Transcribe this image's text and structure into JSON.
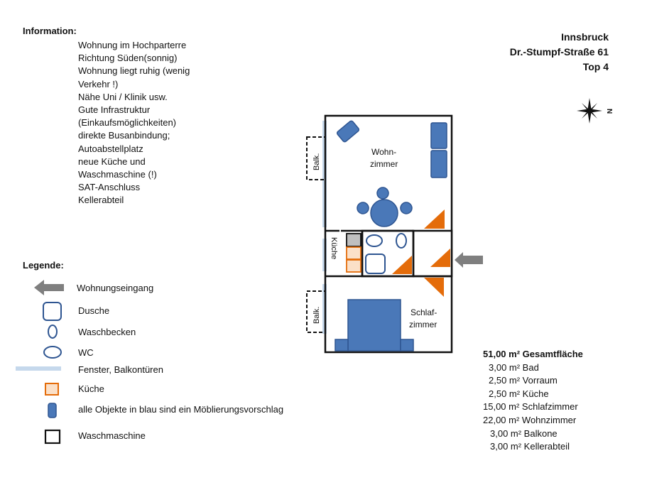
{
  "information": {
    "title": "Information:",
    "items": [
      "Wohnung im Hochparterre",
      "Richtung Süden(sonnig)",
      "Wohnung liegt ruhig  (wenig",
      "Verkehr  !)",
      "Nähe Uni / Klinik usw.",
      "Gute Infrastruktur",
      "(Einkaufsmöglichkeiten)",
      "direkte Busanbindung;",
      "Autoabstellplatz",
      "neue Küche und",
      "Waschmaschine (!)",
      "SAT-Anschluss",
      "Kellerabteil"
    ]
  },
  "address": {
    "city": "Innsbruck",
    "street": "Dr.-Stumpf-Straße 61",
    "unit": "Top 4"
  },
  "compass": {
    "label": "N"
  },
  "floorplan": {
    "rooms": {
      "wohn_line1": "Wohn-",
      "wohn_line2": "zimmer",
      "schlaf_line1": "Schlaf-",
      "schlaf_line2": "zimmer",
      "kueche": "Küche",
      "balk_top": "Balk.",
      "balk_bottom": "Balk."
    }
  },
  "legend": {
    "title": "Legende:",
    "entrance": "Wohnungseingang",
    "shower": "Dusche",
    "sink": "Waschbecken",
    "wc": "WC",
    "window": "Fenster, Balkontüren",
    "kitchen": "Küche",
    "furniture": "alle Objekte in blau sind ein Möblierungsvorschlag",
    "washer": "Waschmaschine"
  },
  "areas": {
    "total": "51,00 m² Gesamtfläche",
    "items": [
      "3,00 m² Bad",
      "2,50 m² Vorraum",
      "2,50 m² Küche",
      "15,00 m² Schlafzimmer",
      "22,00 m² Wohnzimmer",
      "3,00 m² Balkone",
      "3,00 m² Kellerabteil"
    ]
  },
  "colors": {
    "furniture_blue": "#4a78b8",
    "furniture_stroke": "#2e5591",
    "kitchen_orange": "#e46c0a",
    "kitchen_fill": "#fbe0c8",
    "window_blue": "#c5d8ec",
    "entrance_gray": "#7f7f7f",
    "washer_gray": "#bfbfbf"
  }
}
